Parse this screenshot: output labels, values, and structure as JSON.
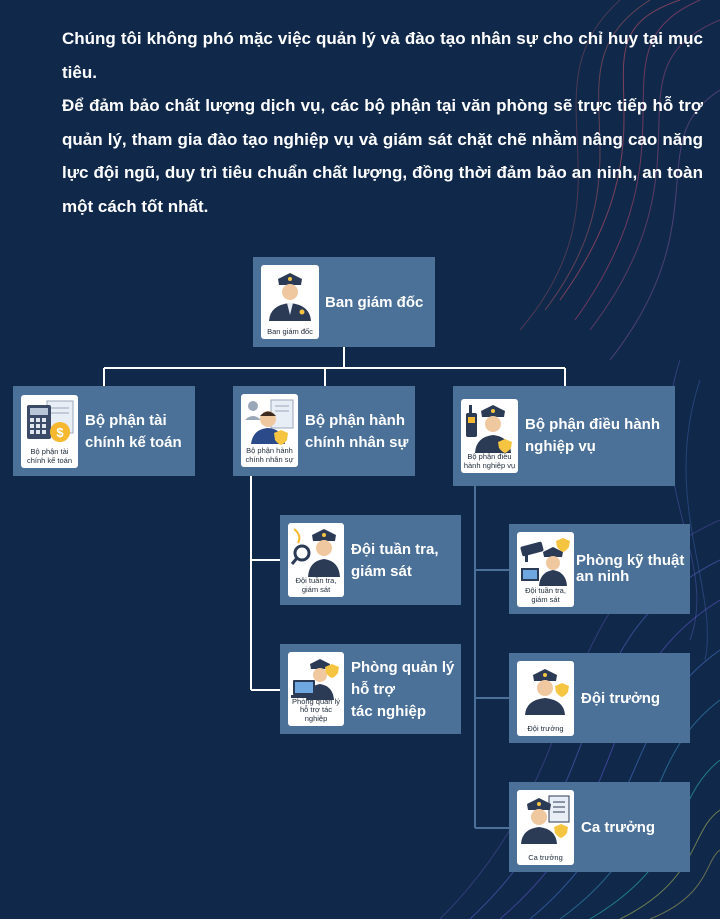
{
  "intro": {
    "p1": "Chúng tôi không phó mặc việc quản lý và đào tạo nhân sự cho chỉ huy tại mục tiêu.",
    "p2": "Để đảm bảo chất lượng dịch vụ, các bộ phận tại văn phòng sẽ trực tiếp hỗ trợ quản lý, tham gia đào tạo nghiệp vụ và giám sát chặt chẽ nhằm nâng cao năng lực đội ngũ, duy trì tiêu chuẩn chất lượng, đồng thời đảm bảo an ninh, an toàn một cách tốt nhất."
  },
  "colors": {
    "background": "#10294a",
    "node": "#4c7198",
    "line": "#ffffff"
  },
  "org": {
    "director": {
      "label": "Ban giám đốc",
      "caption": "Ban giám đốc",
      "icon": "director-officer-icon"
    },
    "finance": {
      "label_1": "Bộ phận tài",
      "label_2": "chính kế toán",
      "caption_1": "Bộ phận tài",
      "caption_2": "chính kế toán",
      "icon": "calculator-money-icon"
    },
    "hr": {
      "label_1": "Bộ phận hành",
      "label_2": "chính nhân sự",
      "caption_1": "Bộ phận hành",
      "caption_2": "chính nhân sự",
      "icon": "hr-staff-icon"
    },
    "operations": {
      "label_1": "Bộ phận điều hành",
      "label_2": "nghiệp vụ",
      "caption_1": "Bộ phận điều",
      "caption_2": "hành nghiệp vụ",
      "icon": "radio-officer-icon"
    },
    "patrol": {
      "label_1": "Đội tuần tra,",
      "label_2": "giám sát",
      "caption_1": "Đội tuần tra,",
      "caption_2": "giám sát",
      "icon": "patrol-search-icon"
    },
    "support": {
      "label_1": "Phòng quản lý",
      "label_2": "hỗ trợ",
      "label_3": "tác nghiệp",
      "caption_1": "Phòng quản lý",
      "caption_2": "hỗ trợ tác nghiệp",
      "icon": "laptop-officer-icon"
    },
    "tech": {
      "label_1": "Phòng kỹ thuật",
      "label_2": "an ninh",
      "caption_1": "Đội tuần tra,",
      "caption_2": "giám sát",
      "icon": "cctv-officer-icon"
    },
    "leader": {
      "label": "Đội trưởng",
      "caption": "Đội trưởng",
      "icon": "team-leader-icon"
    },
    "shift": {
      "label": "Ca trưởng",
      "caption": "Ca trưởng",
      "icon": "shift-leader-icon"
    }
  }
}
